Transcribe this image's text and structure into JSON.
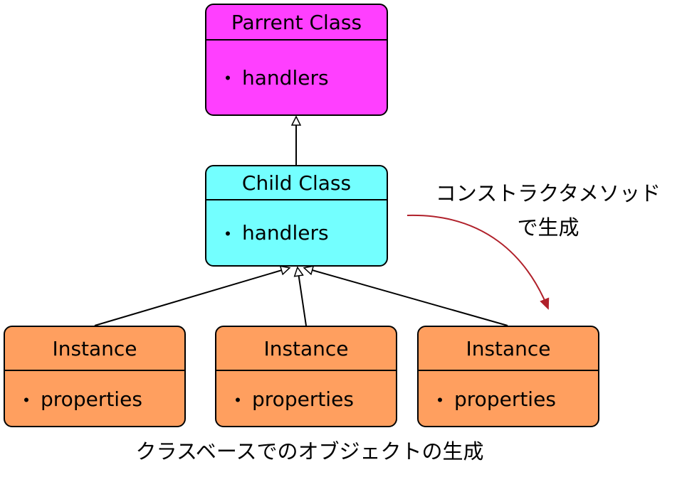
{
  "colors": {
    "parent_fill": "#ff3fff",
    "child_fill": "#73ffff",
    "instance_fill": "#ff9f5f",
    "note_arrow": "#b0202a"
  },
  "parent_class": {
    "title": "Parrent Class",
    "bullet": "・",
    "member": "handlers"
  },
  "child_class": {
    "title": "Child Class",
    "bullet": "・",
    "member": "handlers"
  },
  "instances": [
    {
      "title": "Instance",
      "bullet": "・",
      "member": "properties"
    },
    {
      "title": "Instance",
      "bullet": "・",
      "member": "properties"
    },
    {
      "title": "Instance",
      "bullet": "・",
      "member": "properties"
    }
  ],
  "note": {
    "line1": "コンストラクタメソッド",
    "line2": "で生成"
  },
  "caption": "クラスベースでのオブジェクトの生成"
}
